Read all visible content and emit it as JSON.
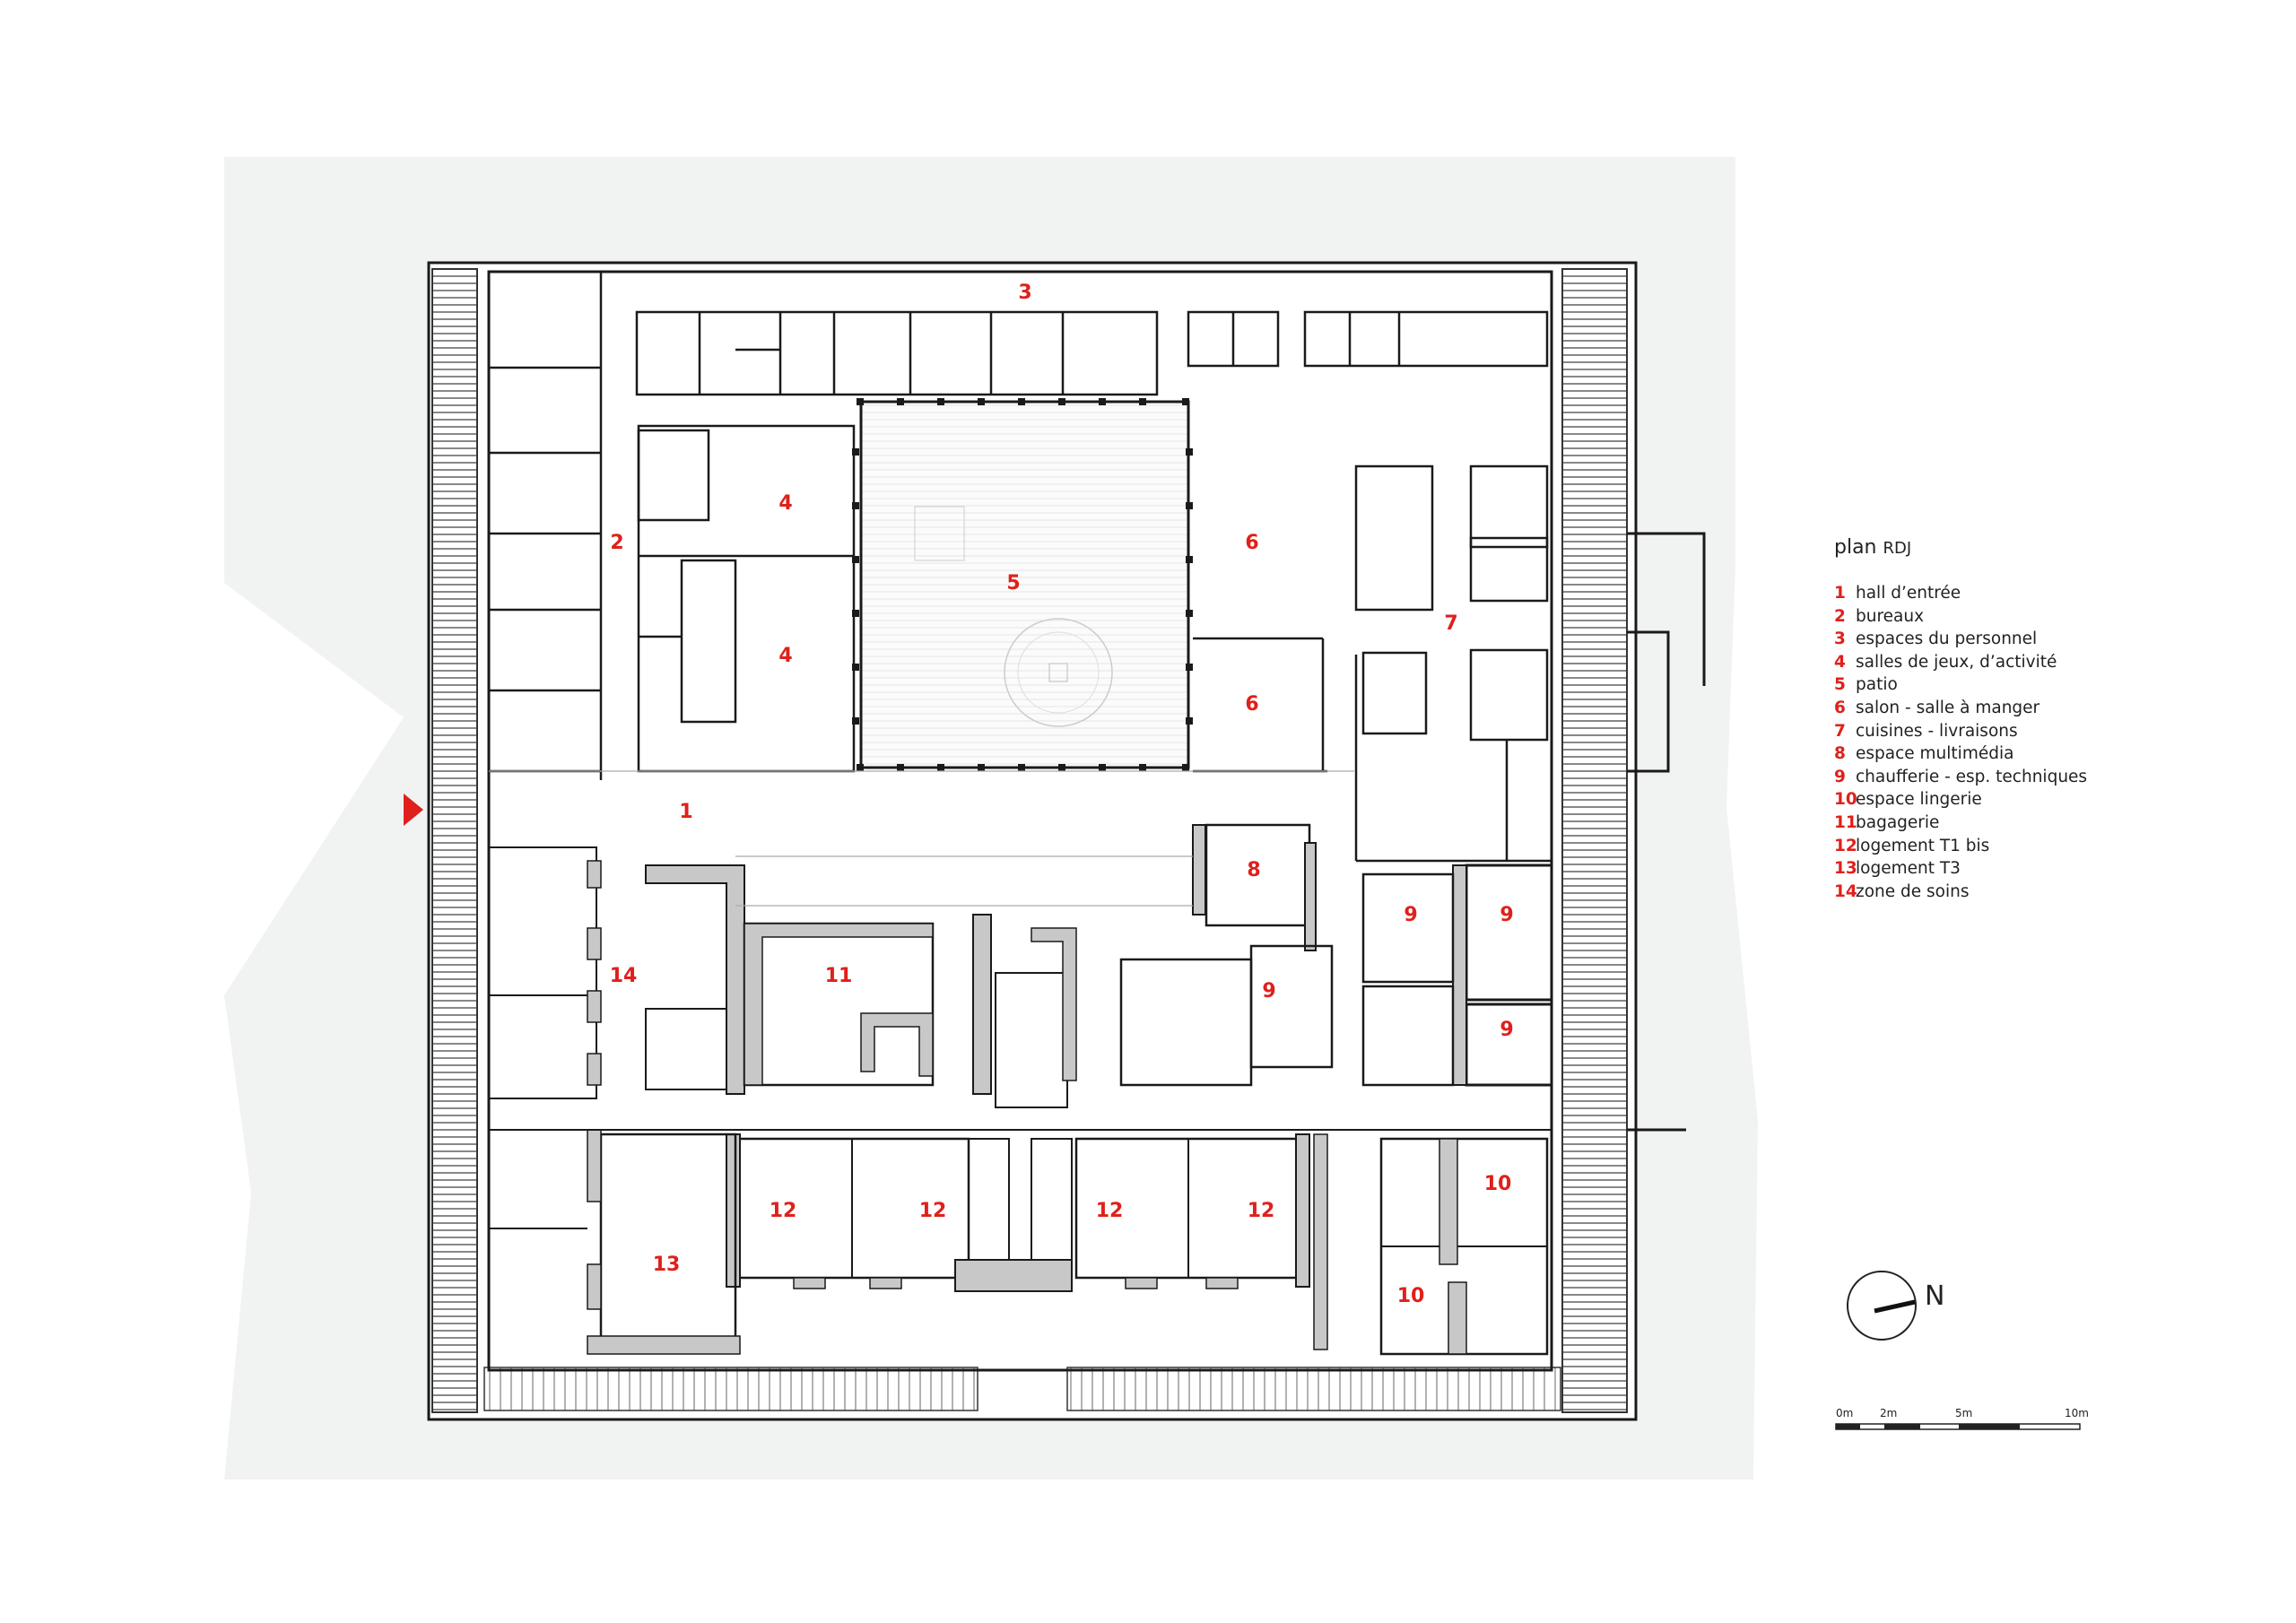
{
  "legend": {
    "title": "plan",
    "subtitle": "RDJ",
    "items": [
      {
        "num": "1",
        "label": "hall d’entrée"
      },
      {
        "num": "2",
        "label": "bureaux"
      },
      {
        "num": "3",
        "label": "espaces du personnel"
      },
      {
        "num": "4",
        "label": "salles de jeux, d’activité"
      },
      {
        "num": "5",
        "label": "patio"
      },
      {
        "num": "6",
        "label": "salon - salle à manger"
      },
      {
        "num": "7",
        "label": "cuisines - livraisons"
      },
      {
        "num": "8",
        "label": "espace multimédia"
      },
      {
        "num": "9",
        "label": "chaufferie - esp. techniques"
      },
      {
        "num": "10",
        "label": "espace lingerie"
      },
      {
        "num": "11",
        "label": "bagagerie"
      },
      {
        "num": "12",
        "label": "logement T1 bis"
      },
      {
        "num": "13",
        "label": "logement T3"
      },
      {
        "num": "14",
        "label": "zone de soins"
      }
    ]
  },
  "rooms": {
    "r1": "1",
    "r2": "2",
    "r3": "3",
    "r4a": "4",
    "r4b": "4",
    "r5": "5",
    "r6a": "6",
    "r6b": "6",
    "r7": "7",
    "r8": "8",
    "r9a": "9",
    "r9b": "9",
    "r9c": "9",
    "r9d": "9",
    "r10a": "10",
    "r10b": "10",
    "r11": "11",
    "r12a": "12",
    "r12b": "12",
    "r12c": "12",
    "r12d": "12",
    "r13": "13",
    "r14": "14"
  },
  "north": {
    "label": "N"
  },
  "scale": {
    "t0": "0m",
    "t1": "2m",
    "t2": "5m",
    "t3": "10m"
  },
  "colors": {
    "accent": "#e0201b",
    "wall": "#1a1a1a",
    "fill": "#c8c8c8",
    "site": "#f1f3f2"
  }
}
